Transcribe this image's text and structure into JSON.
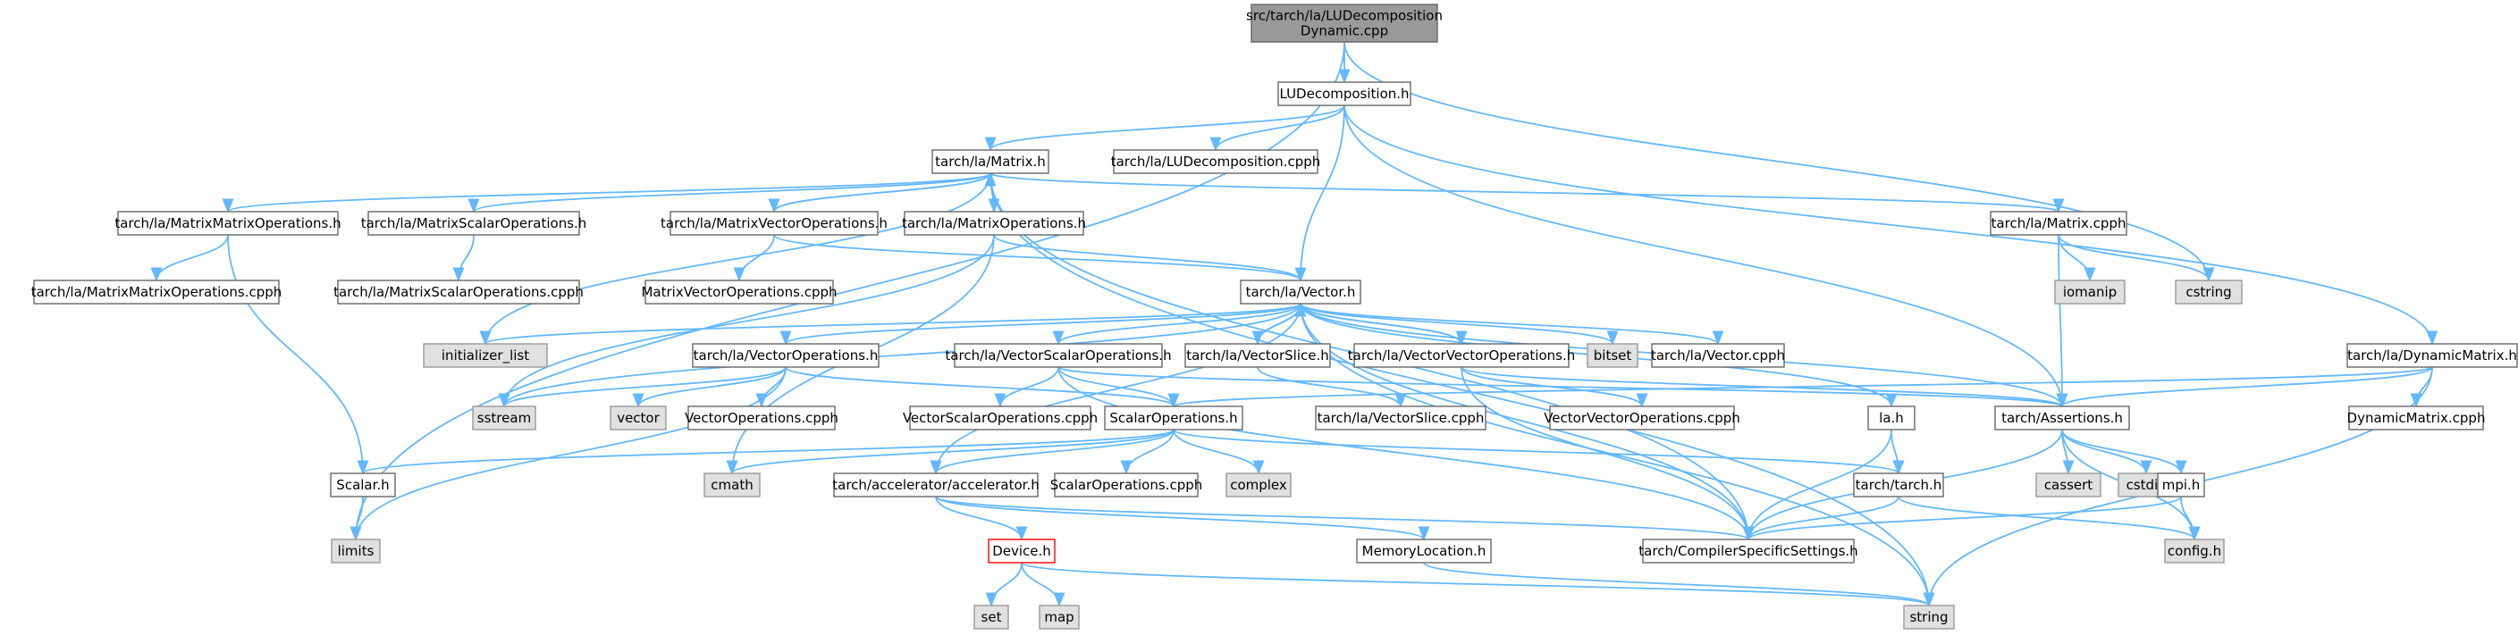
{
  "colors": {
    "edge": "#63b8ff",
    "root_fill": "#999999",
    "file_fill": "#ffffff",
    "std_fill": "#e0e0e0",
    "missing_border": "#ff0000"
  },
  "nodes": {
    "root": {
      "lines": [
        "src/tarch/la/LUDecomposition",
        "Dynamic.cpp"
      ]
    },
    "ludecomp_h": {
      "lines": [
        "LUDecomposition.h"
      ]
    },
    "matrix_h": {
      "lines": [
        "tarch/la/Matrix.h"
      ]
    },
    "ludecomp_cpph": {
      "lines": [
        "tarch/la/LUDecomposition.cpph"
      ]
    },
    "mmo_h": {
      "lines": [
        "tarch/la/MatrixMatrixOperations.h"
      ]
    },
    "mso_h": {
      "lines": [
        "tarch/la/MatrixScalarOperations.h"
      ]
    },
    "mvo_h": {
      "lines": [
        "tarch/la/MatrixVectorOperations.h"
      ]
    },
    "mo_h": {
      "lines": [
        "tarch/la/MatrixOperations.h"
      ]
    },
    "matrix_cpph": {
      "lines": [
        "tarch/la/Matrix.cpph"
      ]
    },
    "mmo_cpph": {
      "lines": [
        "tarch/la/MatrixMatrixOperations.cpph"
      ]
    },
    "mso_cpph": {
      "lines": [
        "tarch/la/MatrixScalarOperations.cpph"
      ]
    },
    "mvo_cpph": {
      "lines": [
        "MatrixVectorOperations.cpph"
      ]
    },
    "vector_h": {
      "lines": [
        "tarch/la/Vector.h"
      ]
    },
    "iomanip": {
      "lines": [
        "iomanip"
      ]
    },
    "cstring": {
      "lines": [
        "cstring"
      ]
    },
    "dynmat_h": {
      "lines": [
        "tarch/la/DynamicMatrix.h"
      ]
    },
    "initlist": {
      "lines": [
        "initializer_list"
      ]
    },
    "vo_h": {
      "lines": [
        "tarch/la/VectorOperations.h"
      ]
    },
    "vso_h": {
      "lines": [
        "tarch/la/VectorScalarOperations.h"
      ]
    },
    "vslice_h": {
      "lines": [
        "tarch/la/VectorSlice.h"
      ]
    },
    "vvo_h": {
      "lines": [
        "tarch/la/VectorVectorOperations.h"
      ]
    },
    "bitset": {
      "lines": [
        "bitset"
      ]
    },
    "vector_cpph": {
      "lines": [
        "tarch/la/Vector.cpph"
      ]
    },
    "sstream": {
      "lines": [
        "sstream"
      ]
    },
    "vector": {
      "lines": [
        "vector"
      ]
    },
    "vo_cpph": {
      "lines": [
        "VectorOperations.cpph"
      ]
    },
    "vso_cpph": {
      "lines": [
        "VectorScalarOperations.cpph"
      ]
    },
    "so_h": {
      "lines": [
        "ScalarOperations.h"
      ]
    },
    "vslice_cpph": {
      "lines": [
        "tarch/la/VectorSlice.cpph"
      ]
    },
    "vvo_cpph": {
      "lines": [
        "VectorVectorOperations.cpph"
      ]
    },
    "la_h": {
      "lines": [
        "la.h"
      ]
    },
    "assertions_h": {
      "lines": [
        "tarch/Assertions.h"
      ]
    },
    "dynmat_cpph": {
      "lines": [
        "DynamicMatrix.cpph"
      ]
    },
    "scalar_h": {
      "lines": [
        "Scalar.h"
      ]
    },
    "cmath": {
      "lines": [
        "cmath"
      ]
    },
    "accel_h": {
      "lines": [
        "tarch/accelerator/accelerator.h"
      ]
    },
    "so_cpph": {
      "lines": [
        "ScalarOperations.cpph"
      ]
    },
    "complex": {
      "lines": [
        "complex"
      ]
    },
    "tarch_h": {
      "lines": [
        "tarch/tarch.h"
      ]
    },
    "cassert": {
      "lines": [
        "cassert"
      ]
    },
    "cstdio": {
      "lines": [
        "cstdio"
      ]
    },
    "mpi_h": {
      "lines": [
        "mpi.h"
      ]
    },
    "limits": {
      "lines": [
        "limits"
      ]
    },
    "device_h": {
      "lines": [
        "Device.h"
      ]
    },
    "memloc_h": {
      "lines": [
        "MemoryLocation.h"
      ]
    },
    "compiler_h": {
      "lines": [
        "tarch/CompilerSpecificSettings.h"
      ]
    },
    "config_h": {
      "lines": [
        "config.h"
      ]
    },
    "set": {
      "lines": [
        "set"
      ]
    },
    "map": {
      "lines": [
        "map"
      ]
    },
    "string": {
      "lines": [
        "string"
      ]
    }
  }
}
